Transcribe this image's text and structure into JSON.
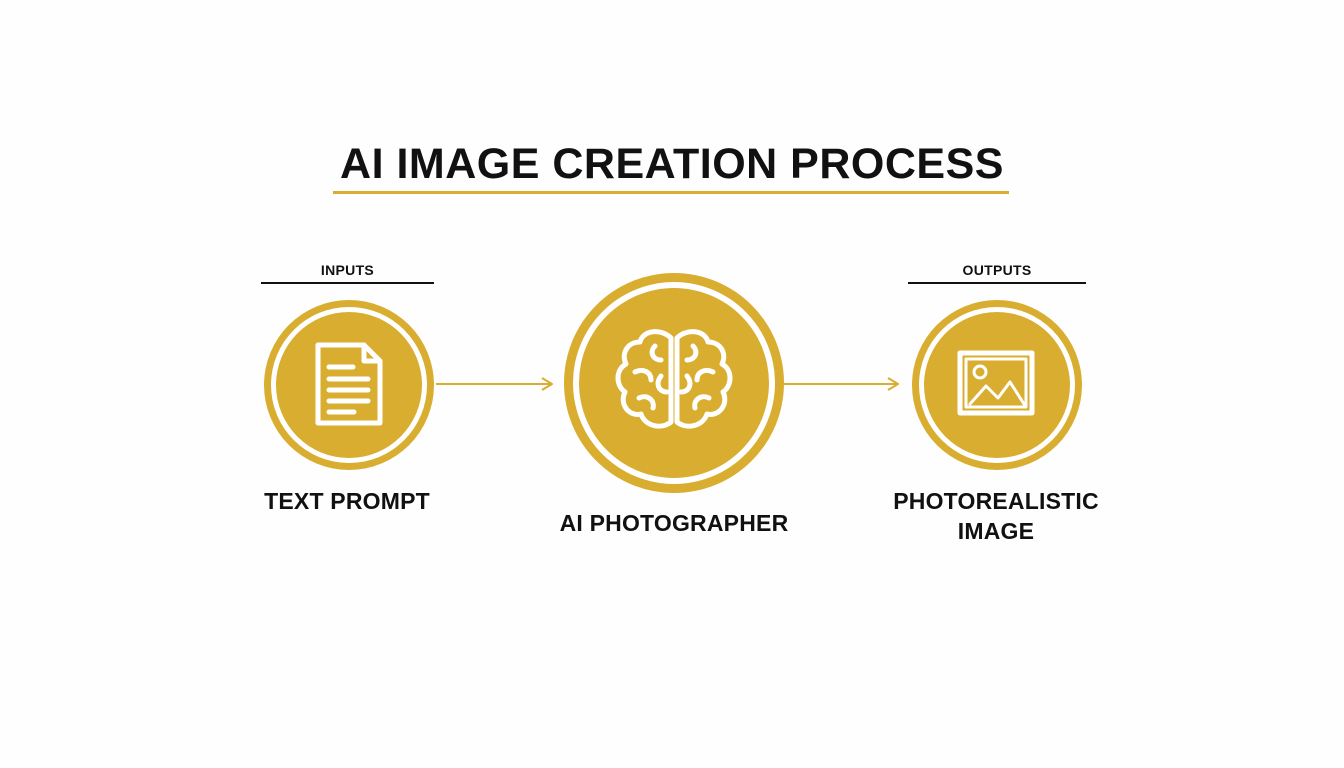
{
  "title": "AI IMAGE CREATION PROCESS",
  "colors": {
    "accent": "#d9ae30",
    "text": "#111111",
    "background": "#fefefe",
    "icon": "#ffffff"
  },
  "sections": {
    "inputs": "INPUTS",
    "outputs": "OUTPUTS"
  },
  "nodes": [
    {
      "id": "text-prompt",
      "label_lines": [
        "TEXT PROMPT"
      ],
      "icon": "document-icon"
    },
    {
      "id": "ai-photographer",
      "label_lines": [
        "AI PHOTOGRAPHER"
      ],
      "icon": "brain-icon"
    },
    {
      "id": "photorealistic-image",
      "label_lines": [
        "PHOTOREALISTIC",
        "IMAGE"
      ],
      "icon": "image-icon"
    }
  ]
}
